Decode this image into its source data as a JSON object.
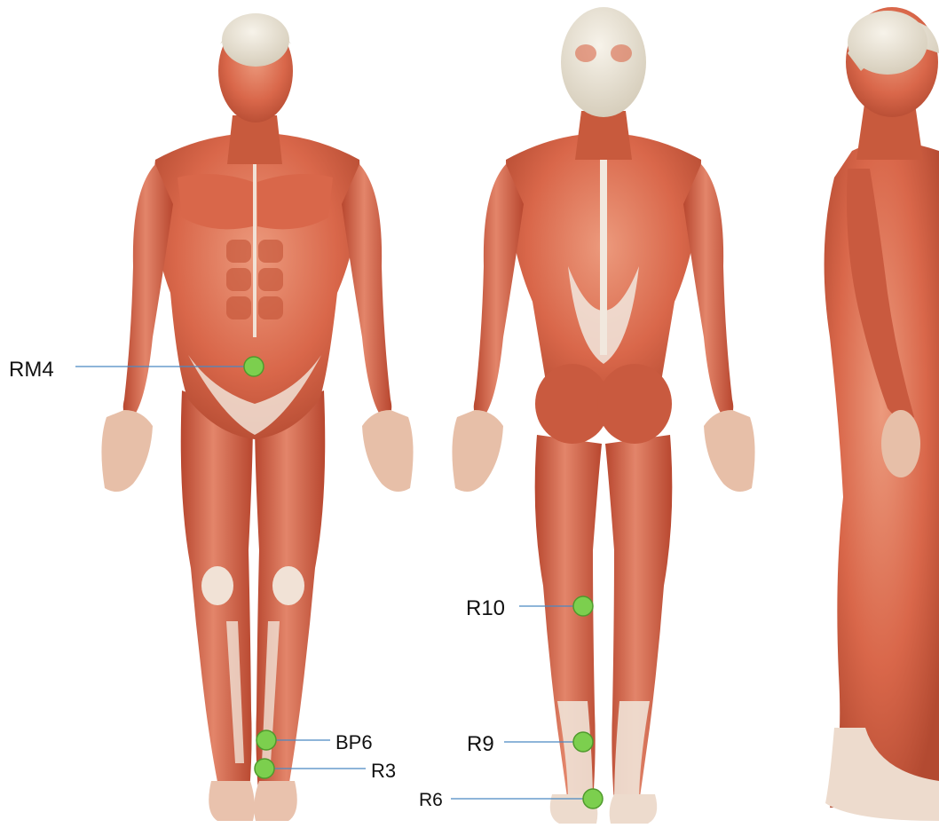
{
  "colors": {
    "background": "#ffffff",
    "muscle": "#d9674a",
    "muscle_dark": "#b8472f",
    "muscle_light": "#ec9a7d",
    "tendon": "#f2e6dc",
    "skull": "#ece6d8",
    "point_fill": "#7ccf4e",
    "point_stroke": "#4f9a2c",
    "leader_line": "#4a89c2",
    "label_text": "#111111"
  },
  "figures": [
    {
      "view": "front"
    },
    {
      "view": "back"
    },
    {
      "view": "side"
    }
  ],
  "points": [
    {
      "label": "RM4",
      "figure": "front"
    },
    {
      "label": "BP6",
      "figure": "front"
    },
    {
      "label": "R3",
      "figure": "front"
    },
    {
      "label": "R10",
      "figure": "back"
    },
    {
      "label": "R9",
      "figure": "back"
    },
    {
      "label": "R6",
      "figure": "back"
    }
  ]
}
